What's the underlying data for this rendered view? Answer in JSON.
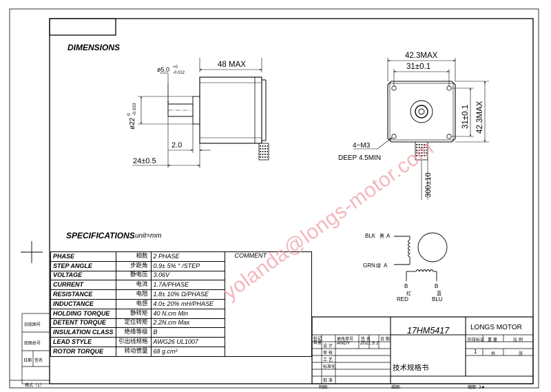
{
  "section_titles": {
    "dimensions": "DIMENSIONS",
    "specifications": "SPECIFICATIONS",
    "units": "unit=mm"
  },
  "side_view": {
    "shaft_dia_base": "ø5.0",
    "shaft_dia_plus": "+0",
    "shaft_dia_minus": "-0.012",
    "body_length": "48 MAX",
    "boss_dia_base": "ø22",
    "boss_dia_tol": "-0.033",
    "boss_dia_plus": "0",
    "boss_length": "2.0",
    "shaft_length": "24±0.5"
  },
  "front_view": {
    "width_max": "42.3MAX",
    "hole_spacing": "31±0.1",
    "height_spacing": "31±0.1",
    "height_max": "42.3MAX",
    "holes": "4−M3",
    "depth": "DEEP 4.5MIN",
    "lead_length": "300±10"
  },
  "wiring": {
    "blk": "BLK",
    "blk_cn": "黑",
    "a_top": "A",
    "grn": "GRN",
    "grn_cn": "绿",
    "a_bottom": "A",
    "b_left": "B",
    "red_cn": "红",
    "red": "RED",
    "b_right": "B",
    "blu_cn": "蓝",
    "blu": "BLU"
  },
  "specs": {
    "header_phase_en": "PHASE",
    "header_phase_cn": "相数",
    "header_phase_val": "2  PHASE",
    "header_comment": "COMMENT",
    "rows": [
      {
        "en": "STEP ANGLE",
        "cn": "步距角",
        "val": "0.9± 5% ° /STEP"
      },
      {
        "en": "VOLTAGE",
        "cn": "静电压",
        "val": "3.06V"
      },
      {
        "en": "CURRENT",
        "cn": "电流",
        "val": "1.7A/PHASE"
      },
      {
        "en": "RESISTANCE",
        "cn": "电阻",
        "val": "1.8± 10%  Ω/PHASE"
      },
      {
        "en": "INDUCTANCE",
        "cn": "电感",
        "val": "4.0± 20% mH/PHASE"
      },
      {
        "en": "HOLDING TORQUE",
        "cn": "静转矩",
        "val": "40  N.cm Min"
      },
      {
        "en": "DETENT TORQUE",
        "cn": "定位转矩",
        "val": "2.2N.cm Max"
      },
      {
        "en": "INSULATION CLASS",
        "cn": "绝缘等级",
        "val": "B"
      },
      {
        "en": "LEAD STYLE",
        "cn": "引出线规格",
        "val": "AWG26 UL1007"
      },
      {
        "en": "ROTOR TORQUE",
        "cn": "转动惯量",
        "val": "68 g.cm²"
      }
    ]
  },
  "left_margin": {
    "old_drawing": "旧底图号",
    "base_drawing": "底图总号",
    "date": "日期",
    "sign": "签名",
    "format": "格式（1）"
  },
  "title_block": {
    "model": "17HM5417",
    "company": "LONGS MOTOR",
    "doc_title": "技术规格书",
    "mark_col": "标记",
    "count_col": "数量",
    "change_no": "更改单号",
    "signature": "签  名",
    "date_col": "日 期",
    "design": "设  计",
    "designer": "ANDY",
    "design_date": "2011.9.1",
    "review": "审  核",
    "process": "工  艺",
    "standard": "标准化",
    "approve": "批  准",
    "grade_mark": "阶段标记",
    "weight": "重  量",
    "ratio": "比  例",
    "sheet_no": "1",
    "sheets_total": "共",
    "sheet": "张",
    "drawn_by": "制图:",
    "traced_by": "描图:",
    "format_size": "幅面: 3#"
  },
  "watermark": "yolanda@longs-motor.com"
}
